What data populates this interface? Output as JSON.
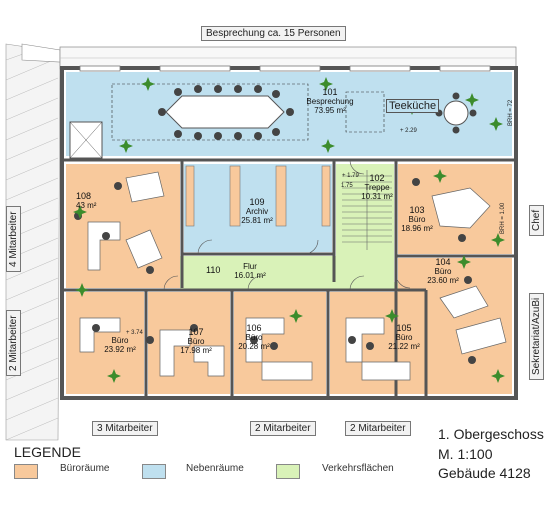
{
  "top_label": "Besprechung ca. 15 Personen",
  "bottom_labels": {
    "left": "3 Mitarbeiter",
    "mid": "2 Mitarbeiter",
    "right": "2 Mitarbeiter"
  },
  "left_labels": {
    "upper": "4 Mitarbeiter",
    "lower": "2 Mitarbeiter"
  },
  "right_labels": {
    "upper": "Chef",
    "lower": "Sekretariat/AzuBi"
  },
  "teekueche": "Teeküche",
  "rooms": {
    "r101": {
      "num": "101",
      "name": "Besprechung",
      "area": "73.95 m²"
    },
    "r102": {
      "num": "102",
      "name": "Treppe",
      "area": "10.31 m²"
    },
    "r103": {
      "num": "103",
      "name": "Büro",
      "area": "18.96 m²"
    },
    "r104": {
      "num": "104",
      "name": "Büro",
      "area": "23.60 m²"
    },
    "r105": {
      "num": "105",
      "name": "Büro",
      "area": "21.22 m²"
    },
    "r106": {
      "num": "106",
      "name": "Büro",
      "area": "20.28 m²"
    },
    "r107": {
      "num": "107",
      "name": "Büro",
      "area": "17.98 m²"
    },
    "r108": {
      "num": "108",
      "name": "Büro",
      "area": "43 m²"
    },
    "r109": {
      "num": "109",
      "name": "Archiv",
      "area": "25.81 m²"
    },
    "r110": {
      "num": "110",
      "name": "Flur",
      "area": "16.01 m²"
    },
    "rA": {
      "name": "Büro",
      "area": "23.92 m²"
    }
  },
  "levels": {
    "l1": "+ 2.29",
    "l2": "+ 1.79",
    "l3": "+ 3.74",
    "l4": "1.75"
  },
  "brh_labels": {
    "a": "BRH = 72",
    "b": "BRH = 1.00"
  },
  "legend": {
    "title": "LEGENDE",
    "items": [
      {
        "label": "Büroräume",
        "color": "#f8c99c"
      },
      {
        "label": "Nebenräume",
        "color": "#bfe0ef"
      },
      {
        "label": "Verkehrsflächen",
        "color": "#d9f2b8"
      }
    ]
  },
  "info": {
    "line1": "1. Obergeschoss",
    "line2": "M. 1:100",
    "line3": "Gebäude 4128"
  },
  "colors": {
    "office": "#f8c99c",
    "aux": "#bfe0ef",
    "traffic": "#d9f2b8",
    "wall": "#555555",
    "plant": "#3c8c2c"
  }
}
